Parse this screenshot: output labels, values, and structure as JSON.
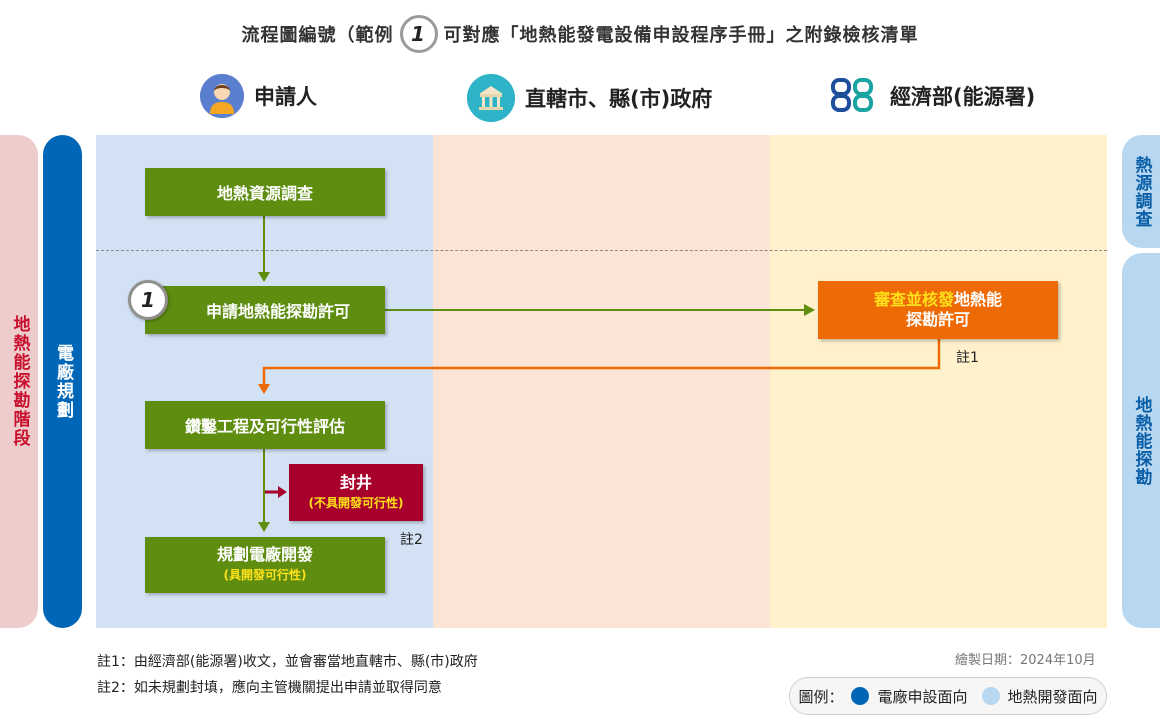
{
  "header": {
    "title_before": "流程圖編號（範例",
    "title_number": "1",
    "title_after": "可對應「地熱能發電設備申設程序手冊」之附錄檢核清單"
  },
  "actors": {
    "applicant": "申請人",
    "government": "直轄市、縣(市)政府",
    "ministry": "經濟部(能源署)"
  },
  "side_labels": {
    "phase": "地熱能探勘階段",
    "plant_planning": "電廠規劃",
    "heat_survey": "熱源調查",
    "exploration": "地熱能探勘"
  },
  "steps": {
    "survey": "地熱資源調查",
    "apply_number": "1",
    "apply_permit": "申請地熱能探勘許可",
    "review_hl": "審查並核發",
    "review_rest": "地熱能",
    "review_line2": "探勘許可",
    "drilling": "鑽鑿工程及可行性評估",
    "seal": "封井",
    "seal_sub": "(不具開發可行性)",
    "plan": "規劃電廠開發",
    "plan_sub": "(具開發可行性)"
  },
  "notes": {
    "tag1": "註1",
    "tag2": "註2",
    "note1": "註1：由經濟部(能源署)收文，並會審當地直轄市、縣(市)政府",
    "note2": "註2：如未規劃封填，應向主管機關提出申請並取得同意",
    "date": "繪製日期：2024年10月"
  },
  "legend": {
    "label": "圖例：",
    "plant": "電廠申設面向",
    "geothermal": "地熱開發面向"
  },
  "colors": {
    "green": "#5e8d10",
    "orange": "#ee6a05",
    "maroon": "#a8002c",
    "dark_blue": "#0067b8",
    "light_blue": "#b8d7f0",
    "pink": "#eecccc"
  }
}
